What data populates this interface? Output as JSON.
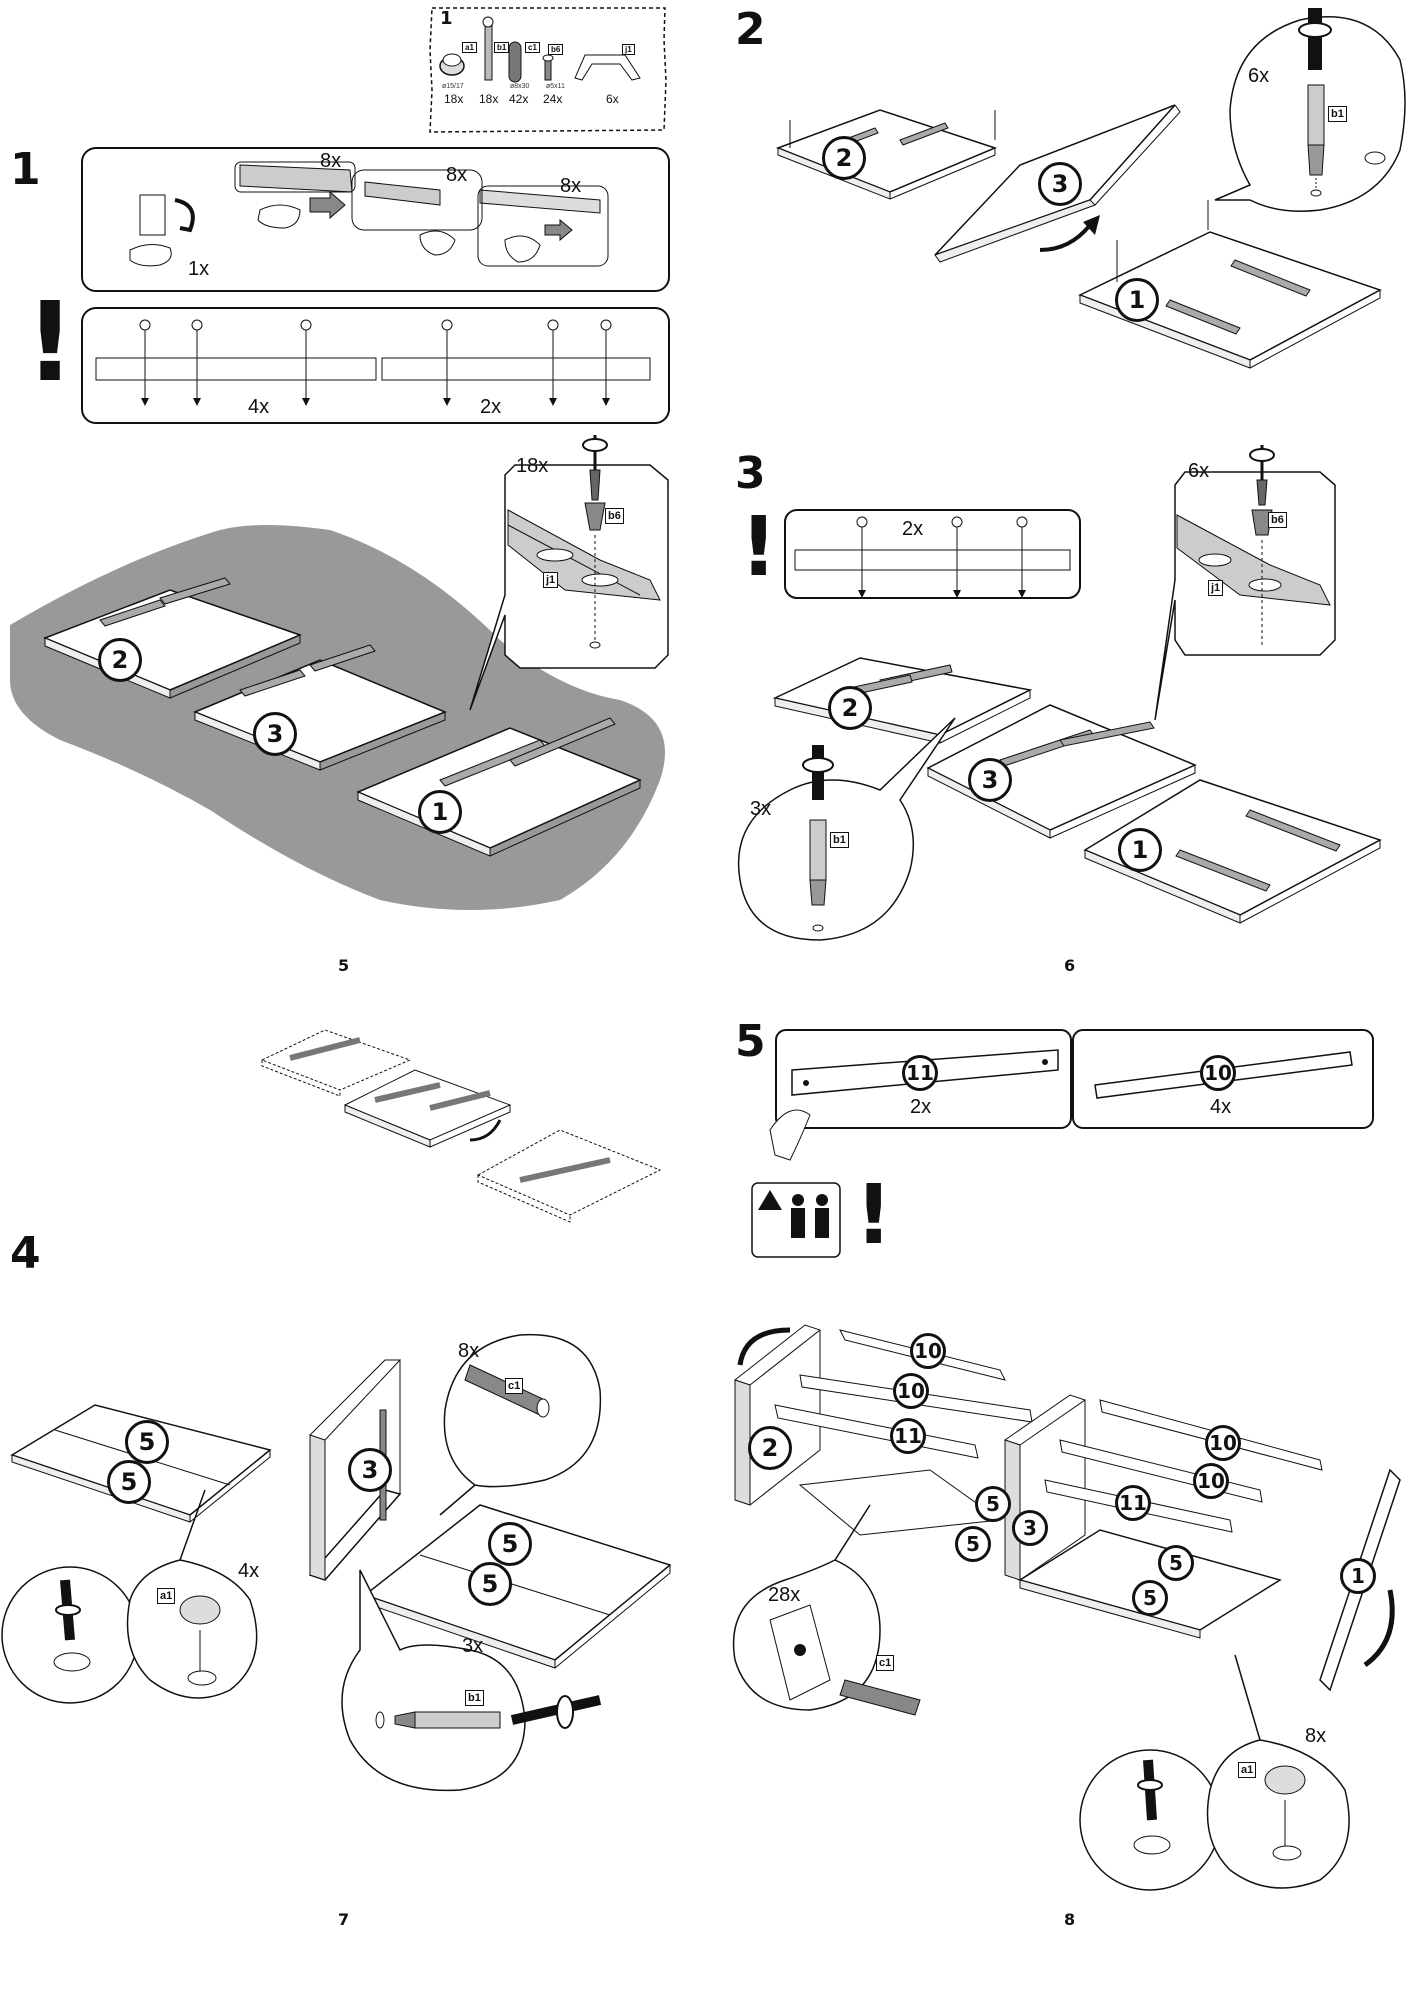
{
  "pages": {
    "left_top": "5",
    "right_top": "6",
    "left_bottom": "7",
    "right_bottom": "8"
  },
  "steps": {
    "s1": "1",
    "s1_hardware": "1",
    "s2": "2",
    "s3": "3",
    "s4": "4",
    "s5": "5"
  },
  "hardware": {
    "items": [
      {
        "tag": "a1",
        "size": "ø15/17",
        "qty": "18x"
      },
      {
        "tag": "b1",
        "size": "",
        "qty": "18x"
      },
      {
        "tag": "c1",
        "size": "ø8x30",
        "qty": "42x"
      },
      {
        "tag": "b6",
        "size": "ø5x11",
        "qty": "24x"
      },
      {
        "tag": "j1",
        "size": "",
        "qty": "6x"
      }
    ]
  },
  "step1": {
    "rail_qty_a": "8x",
    "rail_qty_b": "8x",
    "rail_qty_c": "8x",
    "release_qty": "1x",
    "screw_left_qty": "4x",
    "screw_right_qty": "2x",
    "screw_detail_qty": "18x",
    "screw_tag": "b6",
    "rail_tag": "j1",
    "panels": [
      "2",
      "3",
      "1"
    ]
  },
  "step2": {
    "dowel_qty": "6x",
    "dowel_tag": "b1",
    "panels": [
      "2",
      "3",
      "1"
    ]
  },
  "step3": {
    "screw_qty": "2x",
    "detail_qty": "6x",
    "detail_tag": "b6",
    "rail_tag": "j1",
    "dowel_qty": "3x",
    "dowel_tag": "b1",
    "panels": [
      "2",
      "3",
      "1"
    ]
  },
  "step4": {
    "dowel_qty": "8x",
    "dowel_tag": "c1",
    "cam_qty": "4x",
    "cam_tag": "a1",
    "bolt_qty": "3x",
    "bolt_tag": "b1",
    "panels": [
      "5",
      "5",
      "3",
      "5",
      "5"
    ]
  },
  "step5": {
    "rail11_qty": "2x",
    "rail10_qty": "4x",
    "rail11_label": "11",
    "rail10_label": "10",
    "dowel_qty": "28x",
    "dowel_tag": "c1",
    "cam_qty": "8x",
    "cam_tag": "a1",
    "panels": [
      "10",
      "10",
      "11",
      "2",
      "5",
      "5",
      "3",
      "10",
      "10",
      "11",
      "5",
      "5",
      "1"
    ]
  }
}
